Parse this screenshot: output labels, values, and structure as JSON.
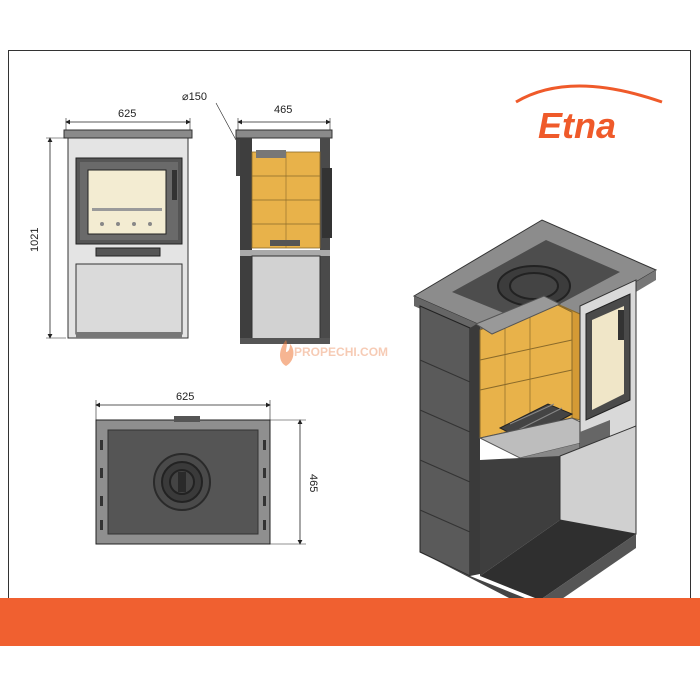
{
  "brand": {
    "name": "Etna",
    "accent_color": "#ef5a2a",
    "band_color": "#f06030"
  },
  "watermark": {
    "text": "PROPECHI.COM",
    "prefix": "PRO",
    "highlight": "PECHI",
    "suffix": ".COM"
  },
  "dimensions": {
    "front_width": "625",
    "front_height": "1021",
    "side_depth": "465",
    "flue_diameter": "⌀150",
    "top_width": "625",
    "top_depth": "465"
  },
  "icons": [
    "flame-icon"
  ]
}
